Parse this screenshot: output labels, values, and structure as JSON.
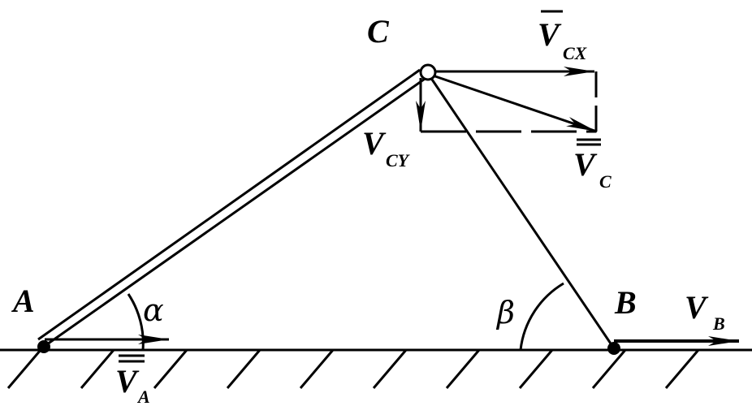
{
  "points": {
    "A": "A",
    "B": "B",
    "C": "C"
  },
  "angles": {
    "alpha": "α",
    "beta": "β"
  },
  "vectors": {
    "va": {
      "main": "V",
      "sub": "A"
    },
    "vb": {
      "main": "V",
      "sub": "B"
    },
    "vc": {
      "main": "V",
      "sub": "C"
    },
    "vcx": {
      "main": "V",
      "sub": "CX"
    },
    "vcy": {
      "main": "V",
      "sub": "CY"
    }
  },
  "colors": {
    "ink": "#000000",
    "background": "#ffffff"
  }
}
